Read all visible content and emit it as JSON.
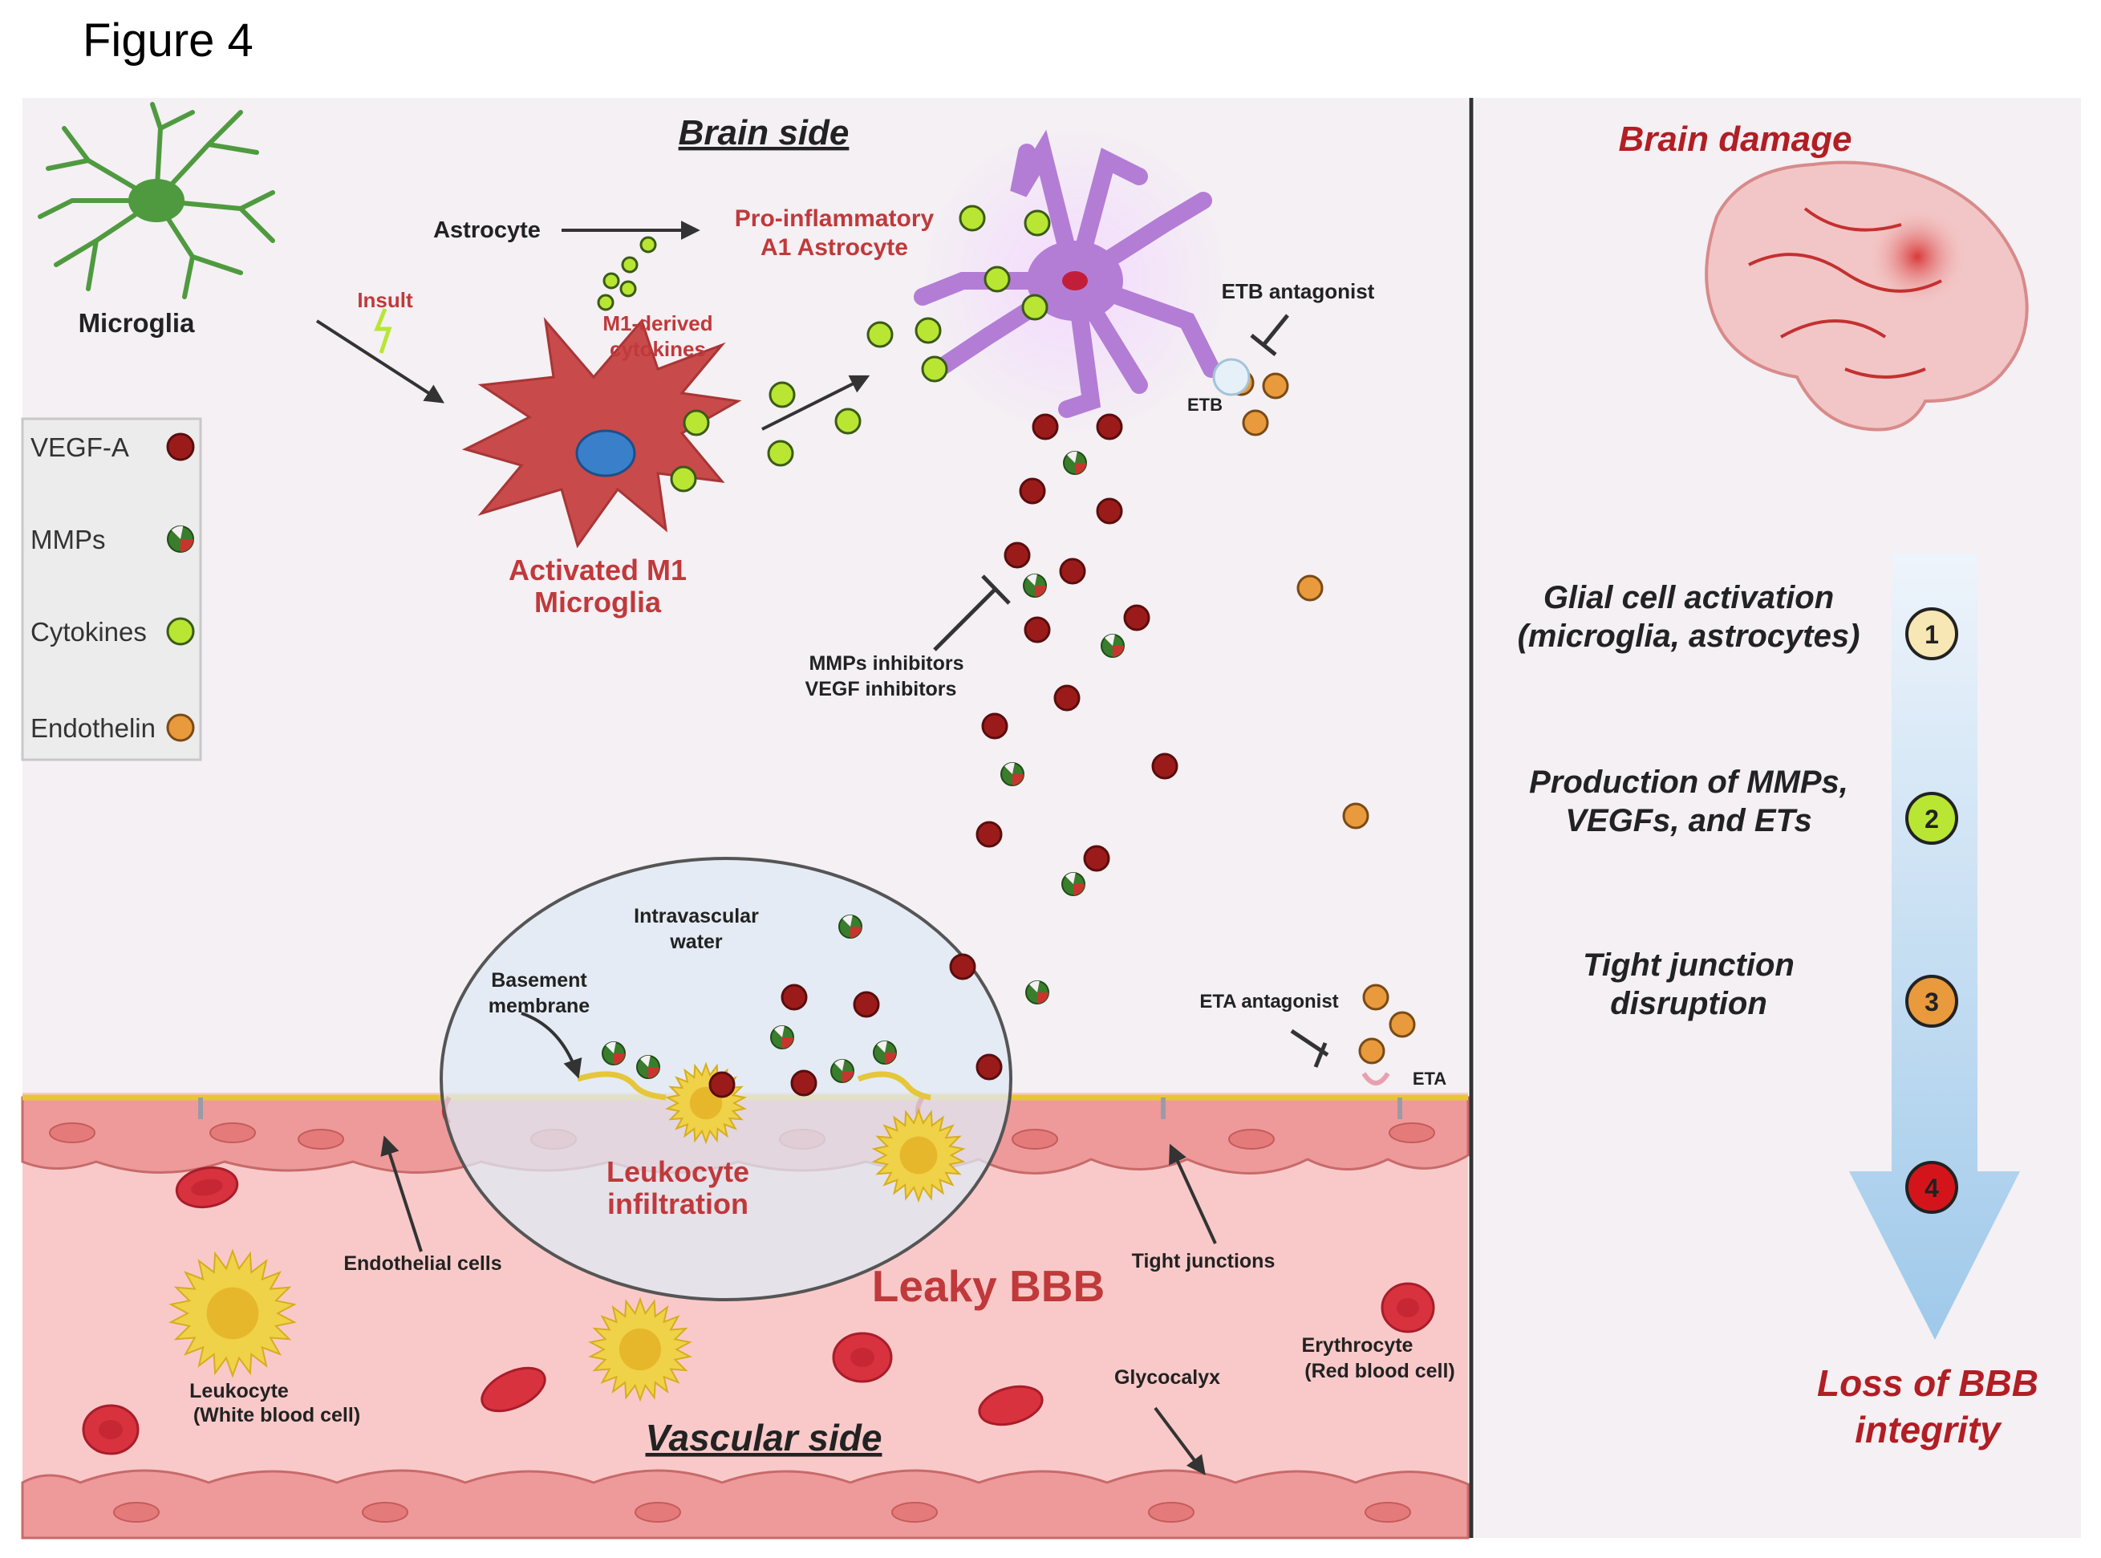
{
  "figure_label": "Figure 4",
  "brain_side": {
    "heading": "Brain side",
    "microglia": "Microglia",
    "insult": "Insult",
    "astrocyte": "Astrocyte",
    "m1_derived_line1": "M1-derived",
    "m1_derived_line2": "cytokines",
    "a1_line1": "Pro-inflammatory",
    "a1_line2": "A1 Astrocyte",
    "etb_antagonist": "ETB antagonist",
    "etb": "ETB",
    "m1_line1": "Activated M1",
    "m1_line2": "Microglia",
    "inhibitors_line1": "MMPs inhibitors",
    "inhibitors_line2": "VEGF inhibitors",
    "intravascular_line1": "Intravascular",
    "intravascular_line2": "water",
    "basement_line1": "Basement",
    "basement_line2": "membrane",
    "eta_antagonist": "ETA antagonist",
    "eta": "ETA"
  },
  "legend": {
    "items": [
      {
        "label": "VEGF-A",
        "color": "#9b1b1b"
      },
      {
        "label": "MMPs",
        "color": "#3a7d2c"
      },
      {
        "label": "Cytokines",
        "color": "#b8e632"
      },
      {
        "label": "Endothelin",
        "color": "#e89a3c"
      }
    ]
  },
  "vascular_side": {
    "heading": "Vascular side",
    "leukocyte_infiltration_line1": "Leukocyte",
    "leukocyte_infiltration_line2": "infiltration",
    "leaky": "Leaky BBB",
    "endothelial": "Endothelial cells",
    "tight_junctions": "Tight junctions",
    "leukocyte_line1": "Leukocyte",
    "leukocyte_line2": "(White blood cell)",
    "erythrocyte_line1": "Erythrocyte",
    "erythrocyte_line2": "(Red blood cell)",
    "glycocalyx": "Glycocalyx"
  },
  "right_panel": {
    "heading": "Brain damage",
    "steps": [
      {
        "num": "1",
        "line1": "Glial cell activation",
        "line2": "(microglia, astrocytes)",
        "color": "#f7e7b4"
      },
      {
        "num": "2",
        "line1": "Production of MMPs,",
        "line2": "VEGFs, and ETs",
        "color": "#b8e632"
      },
      {
        "num": "3",
        "line1": "Tight junction",
        "line2": "disruption",
        "color": "#e89a3c"
      },
      {
        "num": "4",
        "line1": "",
        "line2": "",
        "color": "#d3151b"
      }
    ],
    "outcome_line1": "Loss of BBB",
    "outcome_line2": "integrity"
  },
  "colors": {
    "panel_bg": "#f4f0f4",
    "vessel": "#f9c9c9",
    "endothelium": "#ee9a9a",
    "vegf": "#9b1b1b",
    "mmp": "#3a7d2c",
    "cytokine": "#b8e632",
    "endothelin": "#e89a3c",
    "accent_red": "#c0393b"
  }
}
